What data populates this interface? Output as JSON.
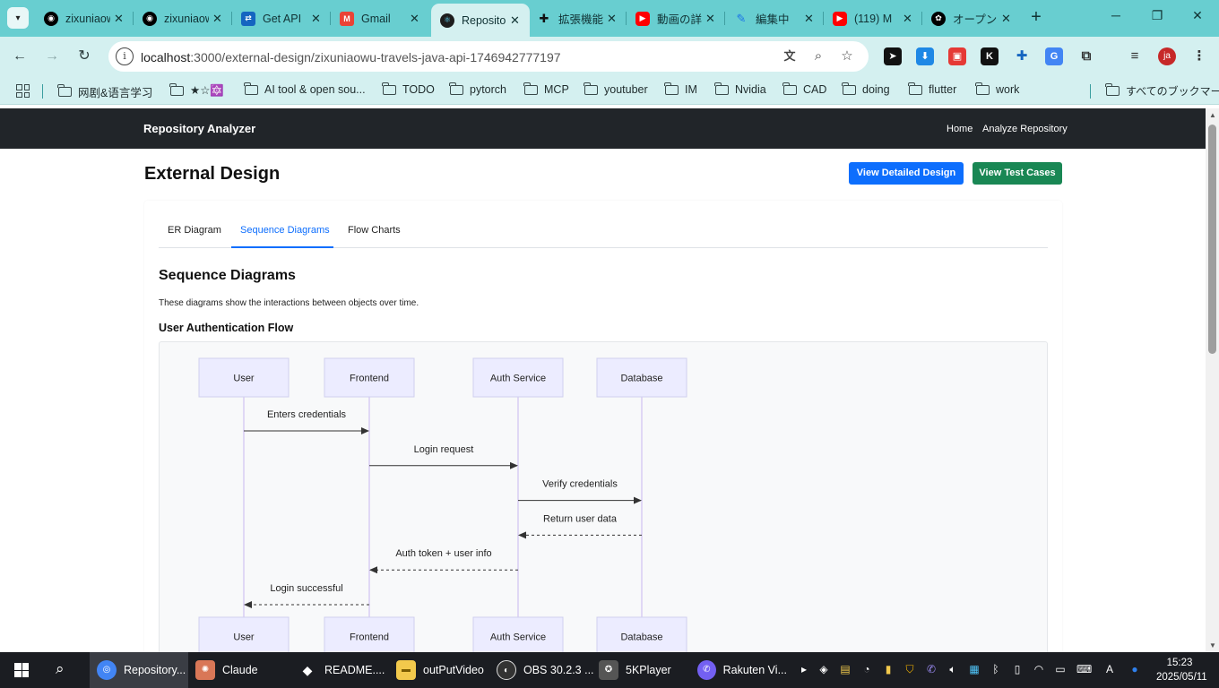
{
  "browser": {
    "tabs": [
      {
        "title": "zixuniaowu",
        "icon": "github-icon",
        "color": "#000000"
      },
      {
        "title": "zixuniaowu",
        "icon": "github-icon",
        "color": "#000000"
      },
      {
        "title": "Get API",
        "icon": "api-icon",
        "color": "#1565c0"
      },
      {
        "title": "Gmail",
        "icon": "gmail-icon",
        "color": "#ea4335"
      },
      {
        "title": "Repository",
        "icon": "react-icon",
        "color": "#000000"
      },
      {
        "title": "拡張機能",
        "icon": "puzzle-icon",
        "color": "#000000"
      },
      {
        "title": "動画の詳細",
        "icon": "youtube-icon",
        "color": "#ff0000"
      },
      {
        "title": "編集中",
        "icon": "edit-icon",
        "color": "#1a73e8"
      },
      {
        "title": "(119) M",
        "icon": "youtube-icon",
        "color": "#ff0000"
      },
      {
        "title": "オープン",
        "icon": "openai-icon",
        "color": "#000000"
      }
    ],
    "url_host": "localhost",
    "url_rest": ":3000/external-design/zixuniaowu-travels-java-api-1746942777197",
    "profile_initials": "ja",
    "bookmarks": [
      "网剧&语言学习",
      "★☆🔯",
      "AI tool & open sou...",
      "TODO",
      "pytorch",
      "MCP",
      "youtuber",
      "IM",
      "Nvidia",
      "CAD",
      "doing",
      "flutter",
      "work"
    ],
    "all_bookmarks": "すべてのブックマーク"
  },
  "app": {
    "brand": "Repository Analyzer",
    "nav": [
      "Home",
      "Analyze Repository"
    ],
    "page_title": "External Design",
    "btn_detailed": "View Detailed Design",
    "btn_tests": "View Test Cases",
    "tabs": [
      "ER Diagram",
      "Sequence Diagrams",
      "Flow Charts"
    ],
    "active_tab": "Sequence Diagrams",
    "section_title": "Sequence Diagrams",
    "section_desc": "These diagrams show the interactions between objects over time.",
    "diagram_title": "User Authentication Flow"
  },
  "diagram": {
    "participants": [
      "User",
      "Frontend",
      "Auth Service",
      "Database"
    ],
    "messages": [
      {
        "from": 0,
        "to": 1,
        "label": "Enters credentials",
        "style": "solid"
      },
      {
        "from": 1,
        "to": 2,
        "label": "Login request",
        "style": "solid"
      },
      {
        "from": 2,
        "to": 3,
        "label": "Verify credentials",
        "style": "solid"
      },
      {
        "from": 3,
        "to": 2,
        "label": "Return user data",
        "style": "dashed"
      },
      {
        "from": 2,
        "to": 1,
        "label": "Auth token + user info",
        "style": "dashed"
      },
      {
        "from": 1,
        "to": 0,
        "label": "Login successful",
        "style": "dashed"
      }
    ],
    "colors": {
      "participant_fill": "#ececff",
      "participant_stroke": "#cfcfef",
      "lifeline": "#c9b8f0",
      "arrow": "#333333"
    }
  },
  "taskbar": {
    "items": [
      {
        "label": "Repository...",
        "icon": "chrome-icon",
        "color": "#4285f4"
      },
      {
        "label": "Claude",
        "icon": "claude-icon",
        "color": "#d97757"
      },
      {
        "label": "README....",
        "icon": "unity-icon",
        "color": "#444444"
      },
      {
        "label": "outPutVideo",
        "icon": "folder-icon",
        "color": "#f2c94c"
      },
      {
        "label": "OBS 30.2.3 ...",
        "icon": "obs-icon",
        "color": "#333333"
      },
      {
        "label": "5KPlayer",
        "icon": "5kplayer-icon",
        "color": "#555555"
      },
      {
        "label": "Rakuten Vi...",
        "icon": "viber-icon",
        "color": "#7360f2"
      }
    ],
    "time": "15:23",
    "date": "2025/05/11",
    "ime": "A"
  }
}
